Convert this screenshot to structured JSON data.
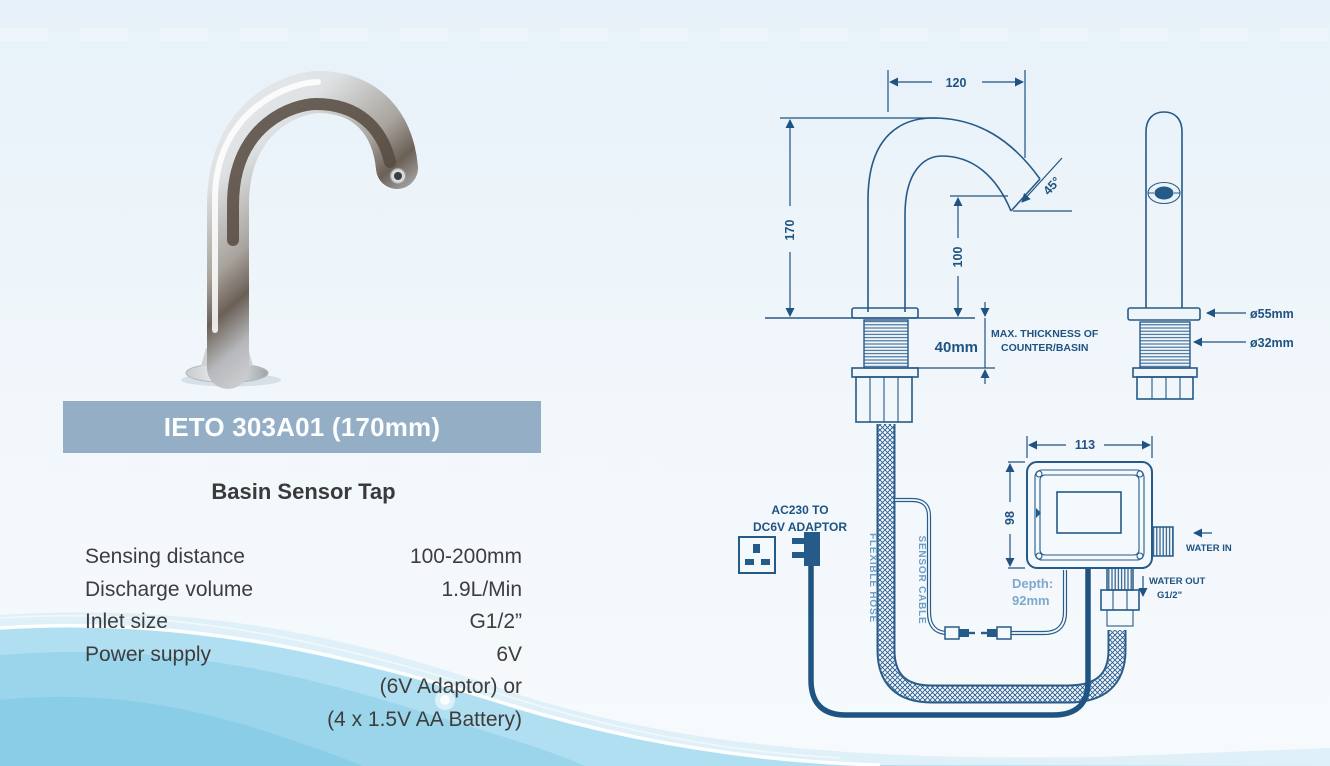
{
  "product": {
    "model": "IETO 303A01 (170mm)",
    "name": "Basin Sensor Tap",
    "specs": [
      {
        "label": "Sensing distance",
        "value": "100-200mm"
      },
      {
        "label": "Discharge volume",
        "value": "1.9L/Min"
      },
      {
        "label": "Inlet size",
        "value": "G1/2”"
      },
      {
        "label": "Power supply",
        "value": "6V"
      },
      {
        "label": "",
        "value": "(6V Adaptor) or"
      },
      {
        "label": "",
        "value": "(4 x 1.5V AA Battery)"
      }
    ]
  },
  "diagram": {
    "dims": {
      "reach": "120",
      "height": "170",
      "outlet_height": "100",
      "outlet_angle": "45°",
      "counter_thickness": "40mm",
      "flange_dia": "ø55mm",
      "shank_dia": "ø32mm",
      "box_width": "113",
      "box_height": "98",
      "box_depth_label": "Depth:",
      "box_depth_value": "92mm"
    },
    "notes": {
      "max_thickness_1": "MAX. THICKNESS OF",
      "max_thickness_2": "COUNTER/BASIN",
      "adaptor_1": "AC230 TO",
      "adaptor_2": "DC6V ADAPTOR",
      "flexible_hose": "FLEXIBLE HOSE",
      "sensor_cable": "SENSOR CABLE",
      "water_in": "WATER IN",
      "water_out_1": "WATER OUT",
      "water_out_2": "G1/2\""
    }
  },
  "colors": {
    "banner_bg": "#93aec5",
    "diagram_stroke": "#265a88",
    "diagram_text": "#1f5381",
    "diagram_text_light": "#7fa9ca",
    "wave_main": "#aadcf0",
    "body_text": "#3d3d3d"
  }
}
